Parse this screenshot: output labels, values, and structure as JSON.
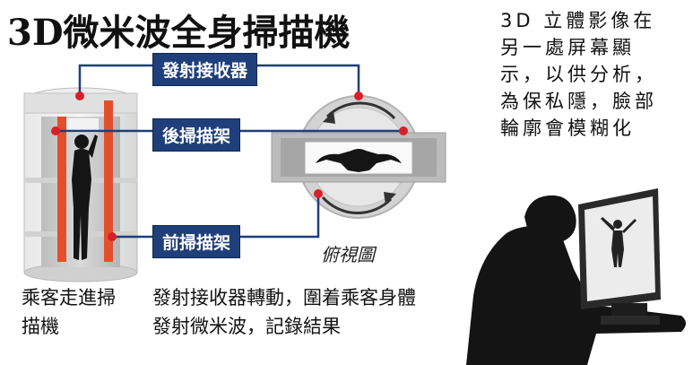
{
  "title": "3D微米波全身掃描機",
  "labels": {
    "transceiver": "發射接收器",
    "rear_frame": "後掃描架",
    "front_frame": "前掃描架",
    "top_view": "俯視圖"
  },
  "captions": {
    "passenger_line1": "乘客走進掃",
    "passenger_line2": "描機",
    "process_line1": "發射接收器轉動，圍着乘客身體",
    "process_line2": "發射微米波，記錄結果"
  },
  "side_note": {
    "line1": "3D 立體影像在",
    "line2": "另一處屏幕顯",
    "line3": "示，以供分析，",
    "line4": "為保私隱，臉部",
    "line5": "輪廓會模糊化"
  },
  "colors": {
    "label_bg": "#1f3f7a",
    "scanner_bar": "#e2502a",
    "marker": "#d8202a",
    "scanner_gray": "#c9c9c9"
  }
}
